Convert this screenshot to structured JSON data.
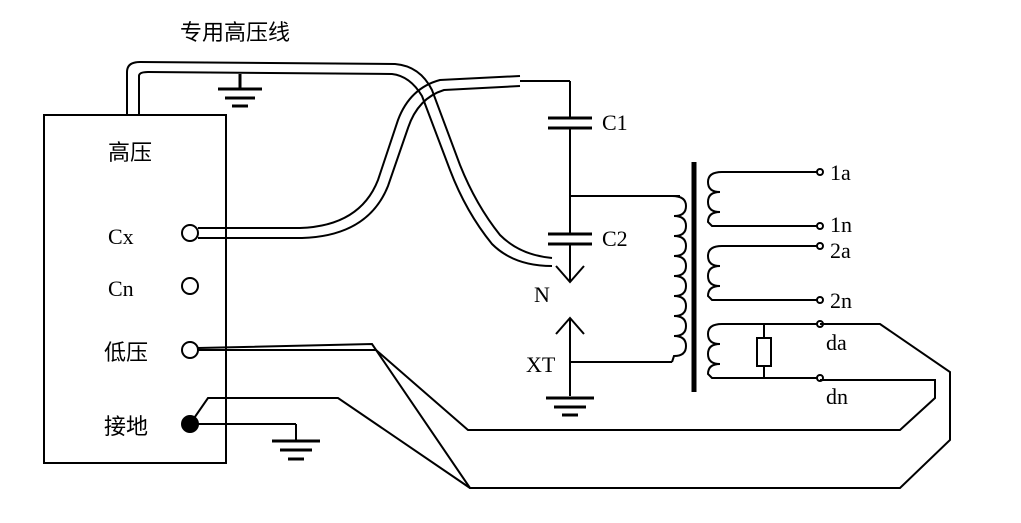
{
  "diagram": {
    "cable_label": "专用高压线",
    "instrument": {
      "terminals": {
        "high_voltage": "高压",
        "cx": "Cx",
        "cn": "Cn",
        "low_voltage": "低压",
        "ground": "接地"
      }
    },
    "divider": {
      "c1": "C1",
      "c2": "C2",
      "n": "N",
      "xt": "XT"
    },
    "transformer": {
      "t1a": "1a",
      "t1n": "1n",
      "t2a": "2a",
      "t2n": "2n",
      "tda": "da",
      "tdn": "dn"
    }
  }
}
